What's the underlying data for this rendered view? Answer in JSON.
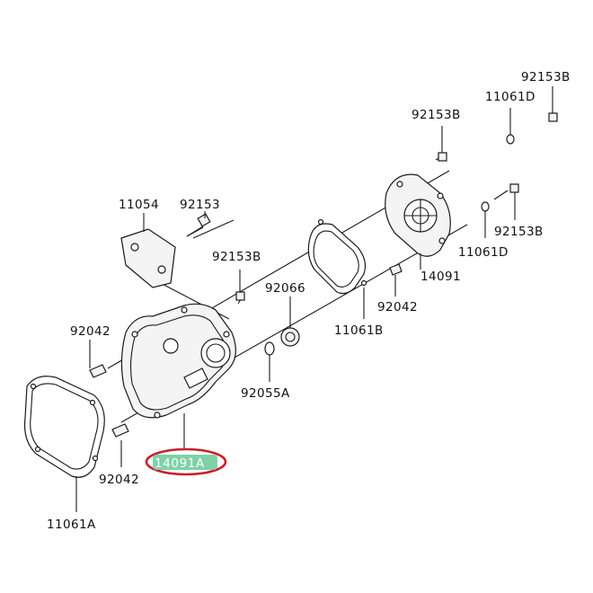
{
  "labels": {
    "p92153b_top": "92153B",
    "p11061d_top": "11061D",
    "p92153b_mid": "92153B",
    "p92153": "92153",
    "p11054": "11054",
    "p92153b_right": "92153B",
    "p11061d_right": "11061D",
    "p92153b_left": "92153B",
    "p92066": "92066",
    "p92042_right": "92042",
    "p14091": "14091",
    "p11061b": "11061B",
    "p92042_left": "92042",
    "p92055a": "92055A",
    "p14091a": "14091A",
    "p92042_bottom": "92042",
    "p11061a": "11061A"
  },
  "highlight": {
    "part": "14091A",
    "fill": "#7fd1a8",
    "stroke": "#c8202a"
  },
  "colors": {
    "line": "#1a1a1a",
    "text": "#111111"
  }
}
